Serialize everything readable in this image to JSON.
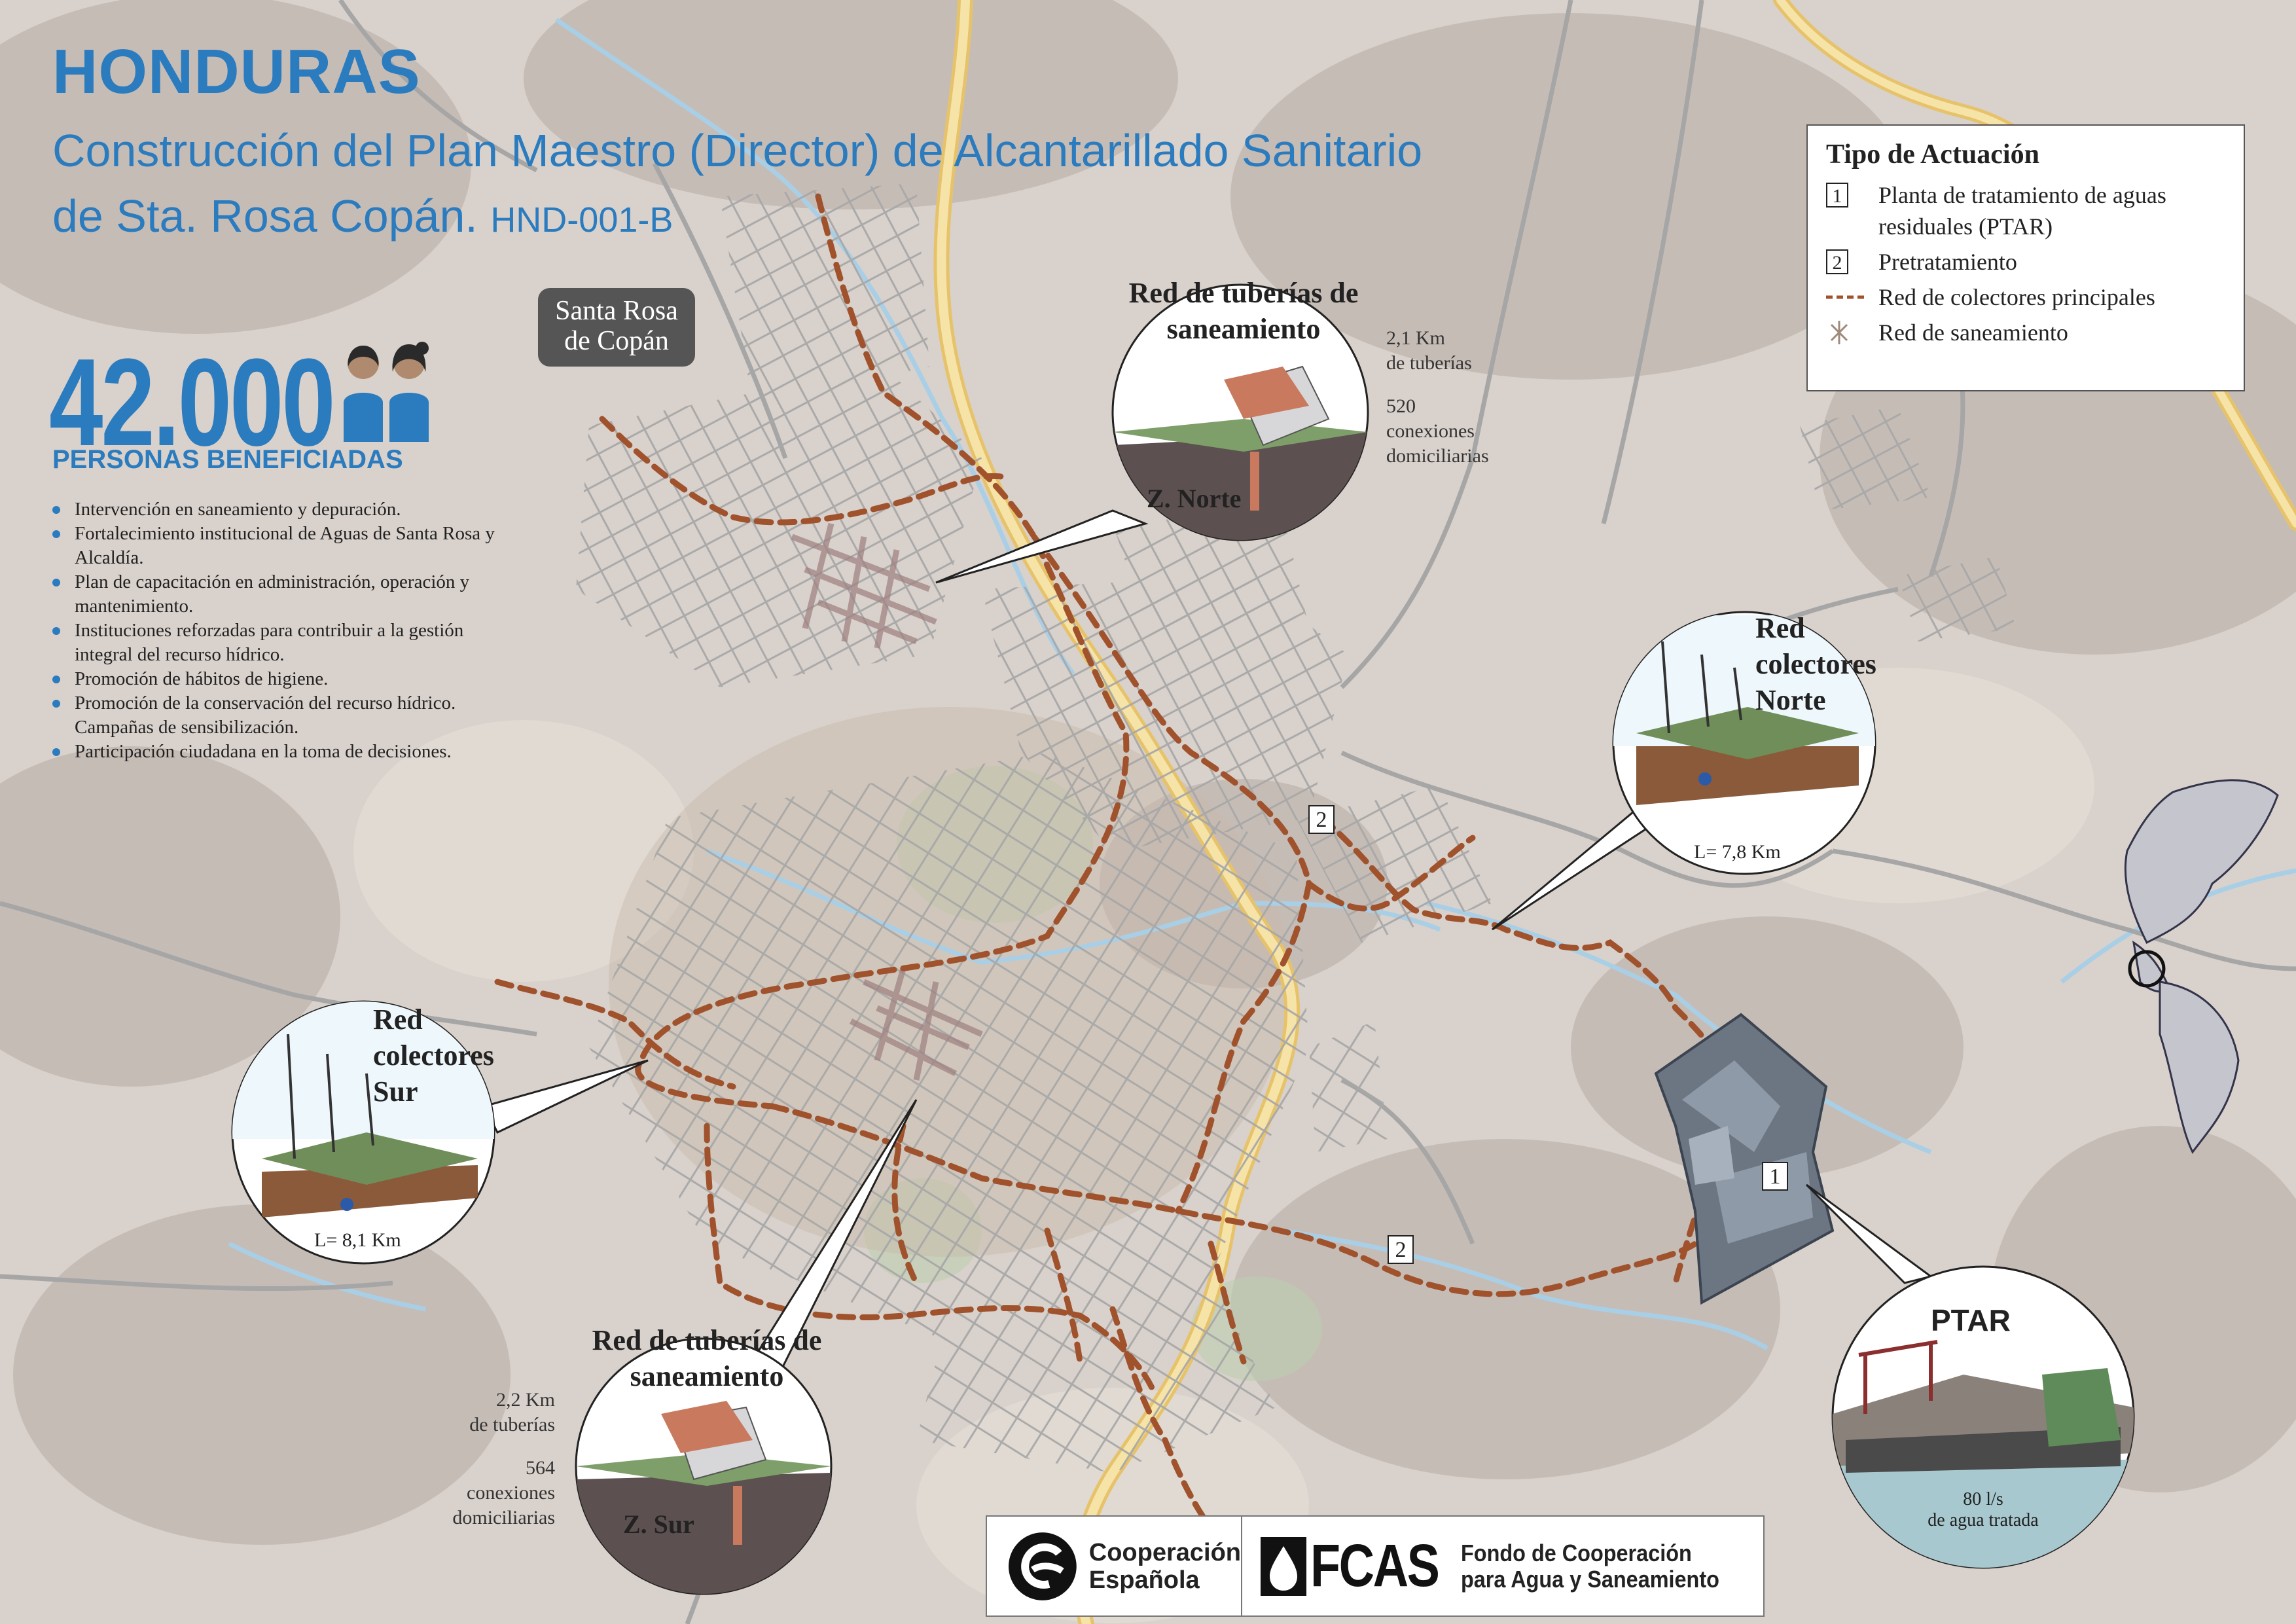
{
  "header": {
    "country": "HONDURAS",
    "subtitle_line1": "Construcción del Plan Maestro (Director) de Alcantarillado Sanitario",
    "subtitle_line2": "de Sta. Rosa Copán.",
    "project_code": "HND-001-B"
  },
  "city_badge": {
    "line1": "Santa Rosa",
    "line2": "de Copán"
  },
  "beneficiaries": {
    "number": "42.000",
    "label": "PERSONAS BENEFICIADAS",
    "icon": "people-icon"
  },
  "bullets": [
    "Intervención en saneamiento y depuración.",
    "Fortalecimiento institucional de Aguas de Santa Rosa y Alcaldía.",
    "Plan de capacitación en administración, operación y mantenimiento.",
    "Instituciones reforzadas para contribuir a la gestión integral del recurso hídrico.",
    "Promoción de hábitos de higiene.",
    "Promoción de la conservación del recurso hídrico. Campañas de sensibilización.",
    "Participación ciudadana en la toma de decisiones."
  ],
  "callouts": {
    "north_network": {
      "title_line1": "Red de tuberías de",
      "title_line2": "saneamiento",
      "zone": "Z. Norte",
      "length_value": "2,1 Km",
      "length_label": "de tuberías",
      "connections_value": "520",
      "connections_label1": "conexiones",
      "connections_label2": "domiciliarias"
    },
    "south_network": {
      "title_line1": "Red de tuberías de",
      "title_line2": "saneamiento",
      "zone": "Z. Sur",
      "length_value": "2,2 Km",
      "length_label": "de tuberías",
      "connections_value": "564",
      "connections_label1": "conexiones",
      "connections_label2": "domiciliarias"
    },
    "north_collectors": {
      "line1": "Red",
      "line2": "colectores",
      "line3": "Norte",
      "length": "L= 7,8 Km"
    },
    "south_collectors": {
      "line1": "Red",
      "line2": "colectores",
      "line3": "Sur",
      "length": "L= 8,1 Km"
    },
    "ptar": {
      "title": "PTAR",
      "flow_line1": "80 l/s",
      "flow_line2": "de agua tratada"
    }
  },
  "legend": {
    "title": "Tipo de Actuación",
    "items": [
      {
        "symbol": "1",
        "label_line1": "Planta de tratamiento de aguas",
        "label_line2": "residuales (PTAR)"
      },
      {
        "symbol": "2",
        "label_line1": "Pretratamiento",
        "label_line2": ""
      },
      {
        "symbol": "dashed-line",
        "label_line1": "Red de colectores principales",
        "label_line2": ""
      },
      {
        "symbol": "cross",
        "label_line1": "Red de saneamiento",
        "label_line2": ""
      }
    ]
  },
  "map_markers": {
    "ptar": "1",
    "pretreatment": "2"
  },
  "footer": {
    "coop_line1": "Cooperación",
    "coop_line2": "Española",
    "fcas_logo": "FCAS",
    "fcas_line1": "Fondo de Cooperación",
    "fcas_line2": "para Agua y Saneamiento"
  },
  "colors": {
    "title_blue": "#2b7bbf",
    "collector_dashed": "#a0522d",
    "roads": "#a8a8a8",
    "main_road": "#f0d890",
    "river": "#a9cfe6"
  }
}
